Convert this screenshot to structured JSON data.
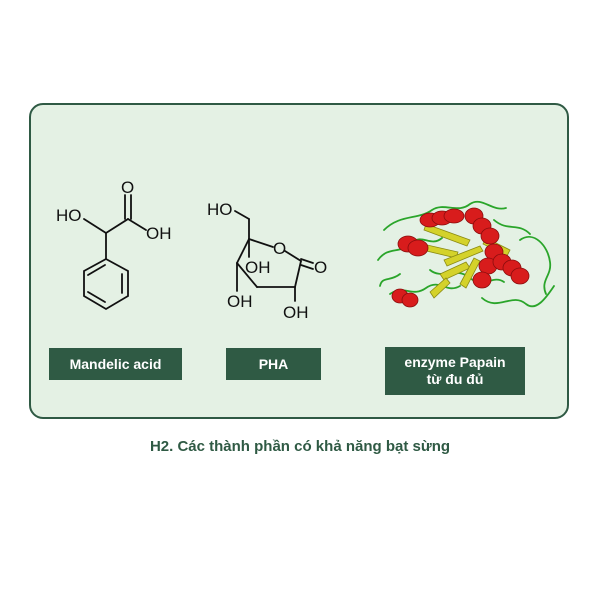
{
  "items": [
    {
      "name": "Mandelic acid",
      "label": "Mandelic acid",
      "atoms": {
        "ho": "HO",
        "oh": "OH",
        "o": "O"
      }
    },
    {
      "name": "PHA",
      "label": "PHA",
      "atoms": {
        "ho": "HO",
        "oh_ring": "OH",
        "oh_left": "OH",
        "oh_bottom": "OH",
        "o_ring": "O",
        "o_carbonyl": "O"
      }
    },
    {
      "name": "enzyme Papain",
      "label_line1": "enzyme Papain",
      "label_line2": "từ đu đủ"
    }
  ],
  "caption": "H2. Các thành phần có khả năng bạt sừng",
  "colors": {
    "panel_bg": "#e4f1e4",
    "accent": "#2f5a44",
    "helix": "#d81c1c",
    "sheet": "#d4d22a",
    "coil": "#2aa52a"
  }
}
